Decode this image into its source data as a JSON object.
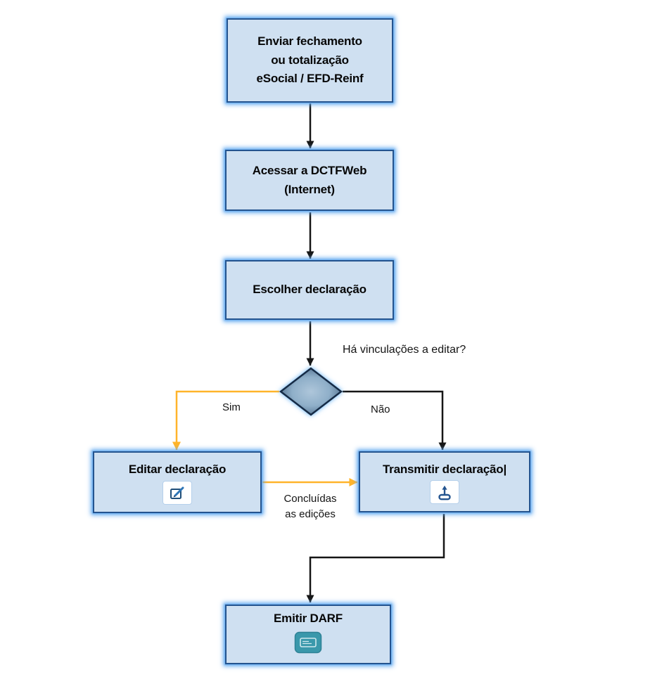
{
  "flowchart": {
    "nodes": {
      "enviar": {
        "lines": [
          "Enviar fechamento",
          "ou totalização",
          "eSocial / EFD-Reinf"
        ]
      },
      "acessar": {
        "lines": [
          "Acessar a DCTFWeb",
          "(Internet)"
        ]
      },
      "escolher": {
        "label": "Escolher declaração"
      },
      "decisao": {
        "question": "Há vinculações a editar?"
      },
      "editar": {
        "label": "Editar declaração",
        "icon": "edit-pencil-icon"
      },
      "transmitir": {
        "label": "Transmitir declaração",
        "cursor": "|",
        "icon": "upload-icon"
      },
      "emitir": {
        "label": "Emitir DARF",
        "icon": "darf-document-icon"
      }
    },
    "edge_labels": {
      "sim": "Sim",
      "nao": "Não",
      "concluidas": [
        "Concluídas",
        "as edições"
      ]
    }
  },
  "colors": {
    "node_fill": "#cfe0f1",
    "node_border": "#24548f",
    "node_glow": "#5fa8f0",
    "diamond_fill_center": "#aec6da",
    "diamond_fill_edge": "#3f5d7d",
    "diamond_border": "#132c45",
    "connector_black": "#161616",
    "connector_orange": "#ffb42a",
    "icon_blue": "#24548f",
    "pencil_blue": "#2e75b6",
    "darf_icon_teal": "#3a98ab"
  }
}
